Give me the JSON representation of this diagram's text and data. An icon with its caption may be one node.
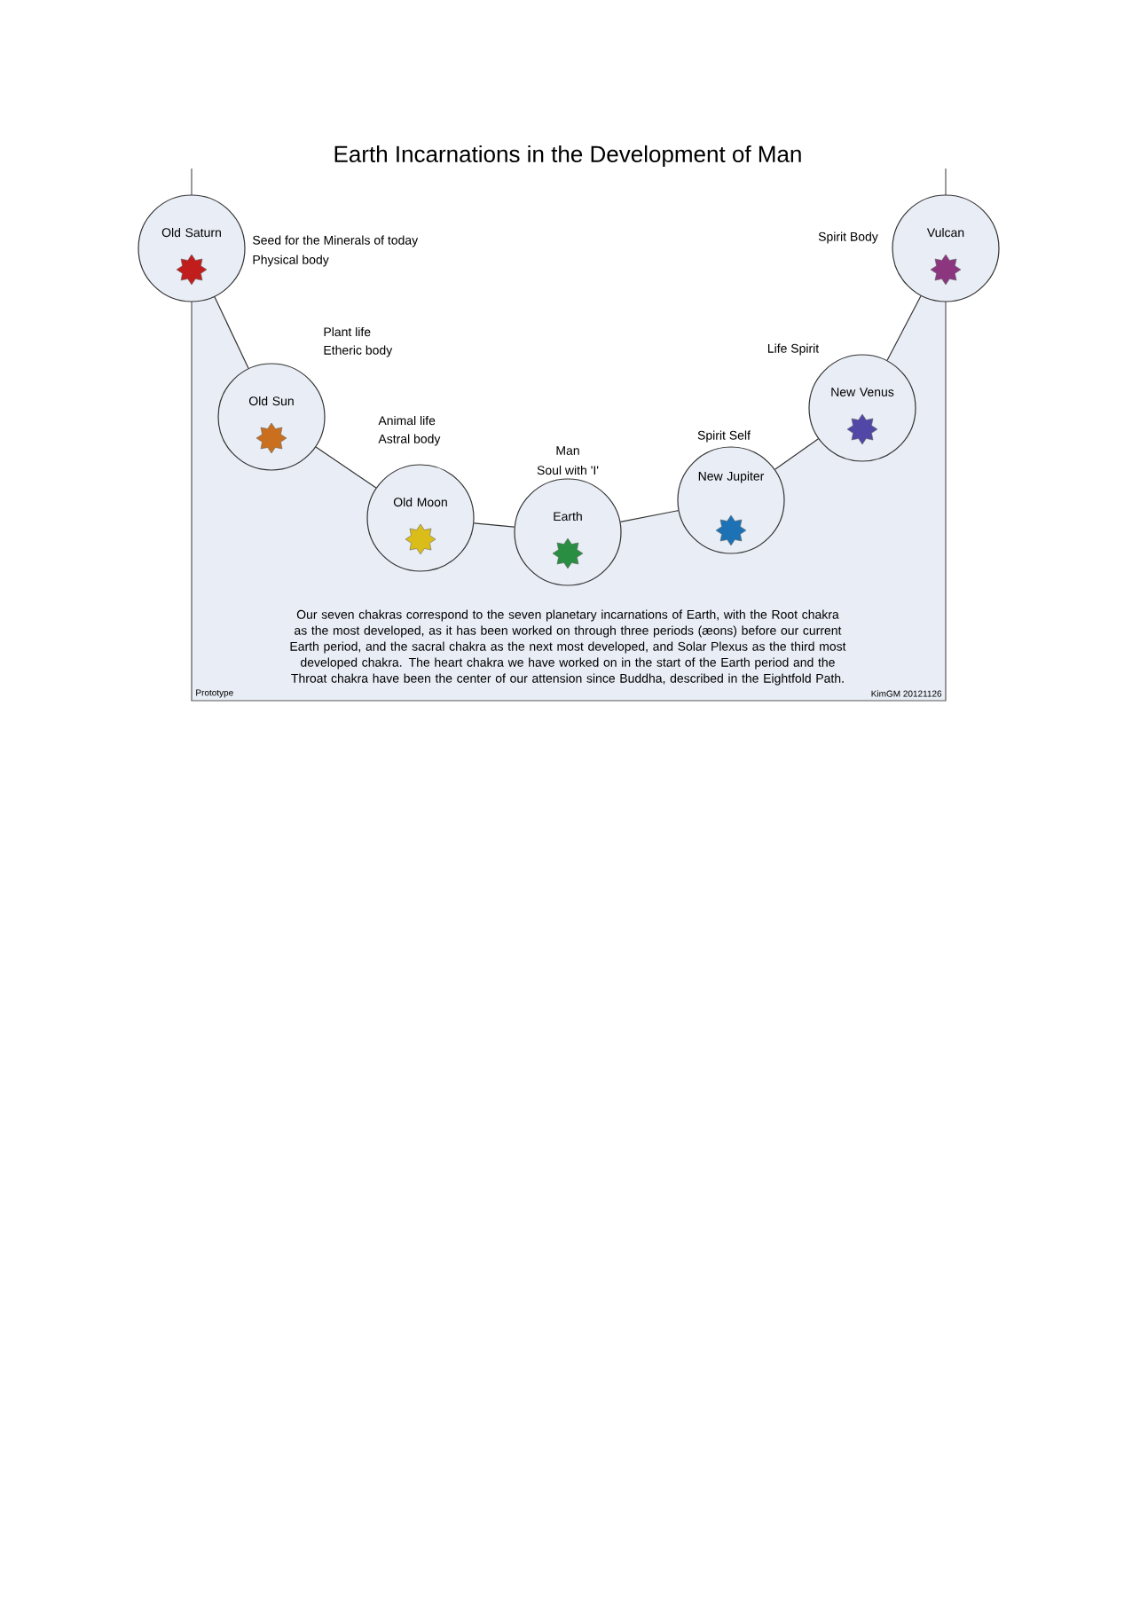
{
  "diagram": {
    "title": "Earth Incarnations in the Development of Man",
    "nodes": [
      {
        "text": [
          "Old Saturn"
        ],
        "beside": [
          "Seed for the Minerals of today",
          "Physical body"
        ]
      },
      {
        "text": [
          "Old Sun"
        ],
        "beside": [
          "Plant life",
          "Etheric body"
        ]
      },
      {
        "text": [
          "Old Moon"
        ],
        "beside": [
          "Animal life",
          "Astral body"
        ]
      },
      {
        "text": [
          "Earth"
        ],
        "beside": [
          "Man",
          "Soul with 'I'"
        ]
      },
      {
        "text": [
          "New Jupiter"
        ],
        "beside": [
          "Spirit Self"
        ]
      },
      {
        "text": [
          "New Venus"
        ],
        "beside": [
          "Life Spirit"
        ]
      },
      {
        "text": [
          "Vulcan"
        ],
        "beside": [
          "Spirit Body"
        ]
      }
    ],
    "edges": [
      {
        "from": 0,
        "to": 1,
        "arrow": "none"
      },
      {
        "from": 1,
        "to": 2,
        "arrow": "none"
      },
      {
        "from": 2,
        "to": 3,
        "arrow": "none"
      },
      {
        "from": 3,
        "to": 4,
        "arrow": "none"
      },
      {
        "from": 4,
        "to": 5,
        "arrow": "none"
      },
      {
        "from": 5,
        "to": 6,
        "arrow": "none"
      }
    ],
    "labels": [
      "Our seven chakras correspond to the seven planetary incarnations of Earth, with the Root chakra as the most developed, as it has been worked on through three periods (æons) before our current Earth period, and the sacral chakra as the next most developed, and Solar Plexus as the third most developed chakra. The heart chakra we have worked on in the start of the Earth period and the Throat chakra have been the center of our attension since Buddha, described in the Eightfold Path.",
      "Prototype",
      "KimGM 20121126"
    ]
  }
}
